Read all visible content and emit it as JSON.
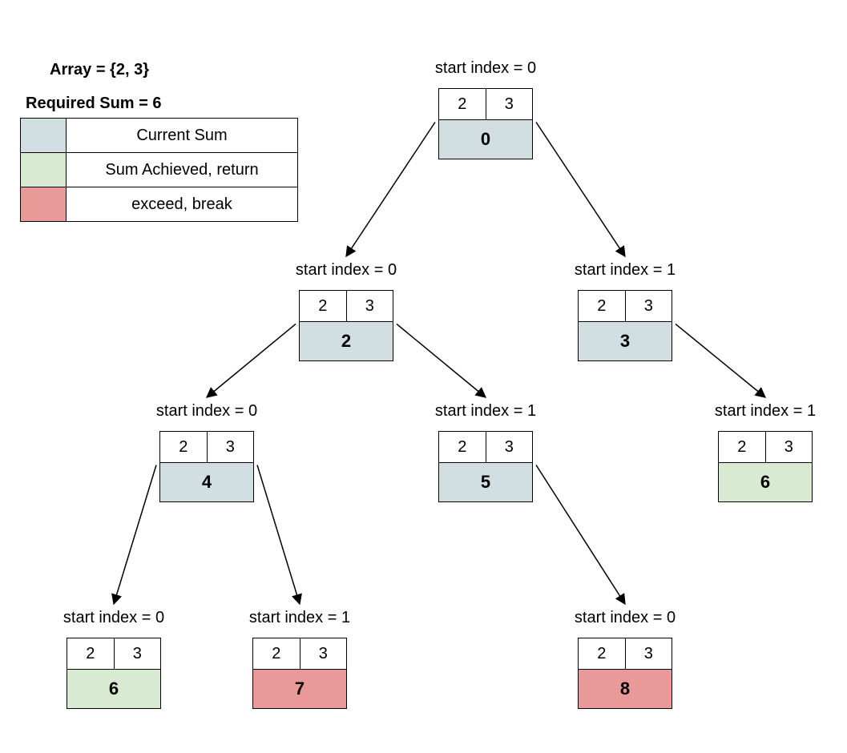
{
  "header": {
    "array_text": "Array = {2, 3}",
    "required_sum_text": "Required Sum = 6"
  },
  "legend": {
    "items": [
      {
        "label": "Current Sum",
        "color": "#d1dee2"
      },
      {
        "label": "Sum Achieved, return",
        "color": "#d9ead3"
      },
      {
        "label": "exceed, break",
        "color": "#ea9999"
      }
    ]
  },
  "colors": {
    "current": "#d1dee2",
    "achieved": "#d9ead3",
    "exceed": "#ea9999"
  },
  "nodes": [
    {
      "label": "start index = 0",
      "cells": [
        "2",
        "3"
      ],
      "sum": "0",
      "state": "current"
    },
    {
      "label": "start index = 0",
      "cells": [
        "2",
        "3"
      ],
      "sum": "2",
      "state": "current"
    },
    {
      "label": "start index = 1",
      "cells": [
        "2",
        "3"
      ],
      "sum": "3",
      "state": "current"
    },
    {
      "label": "start index = 0",
      "cells": [
        "2",
        "3"
      ],
      "sum": "4",
      "state": "current"
    },
    {
      "label": "start index = 1",
      "cells": [
        "2",
        "3"
      ],
      "sum": "5",
      "state": "current"
    },
    {
      "label": "start index = 1",
      "cells": [
        "2",
        "3"
      ],
      "sum": "6",
      "state": "achieved"
    },
    {
      "label": "start index = 0",
      "cells": [
        "2",
        "3"
      ],
      "sum": "6",
      "state": "achieved"
    },
    {
      "label": "start index = 1",
      "cells": [
        "2",
        "3"
      ],
      "sum": "7",
      "state": "exceed"
    },
    {
      "label": "start index = 0",
      "cells": [
        "2",
        "3"
      ],
      "sum": "8",
      "state": "exceed"
    }
  ],
  "edges": [
    [
      0,
      1
    ],
    [
      0,
      2
    ],
    [
      1,
      3
    ],
    [
      1,
      4
    ],
    [
      2,
      5
    ],
    [
      3,
      6
    ],
    [
      3,
      7
    ],
    [
      4,
      8
    ]
  ]
}
